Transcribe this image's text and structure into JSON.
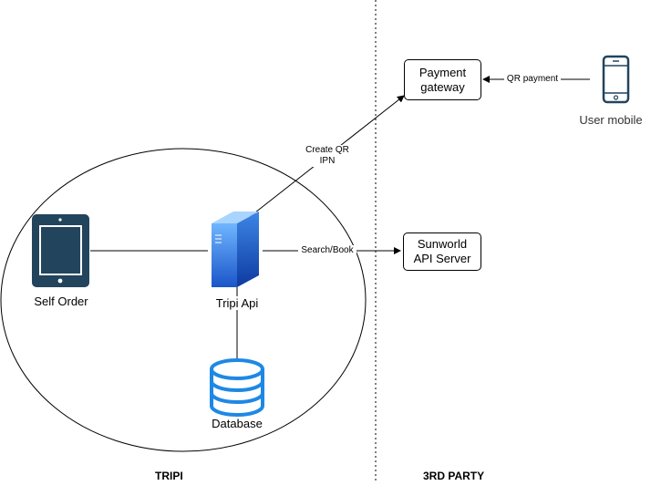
{
  "nodes": {
    "self_order": "Self Order",
    "tripi_api": "Tripi Api",
    "database": "Database",
    "payment_gateway": "Payment\ngateway",
    "sunworld": "Sunworld\nAPI Server",
    "user_mobile": "User mobile"
  },
  "edges": {
    "create_qr": "Create QR\nIPN",
    "search_book": "Search/Book",
    "qr_payment": "QR payment"
  },
  "sections": {
    "tripi": "TRIPI",
    "third_party": "3RD PARTY"
  },
  "colors": {
    "tablet": "#23445d",
    "server": "#2f6fdc",
    "database": "#1e88e5"
  }
}
